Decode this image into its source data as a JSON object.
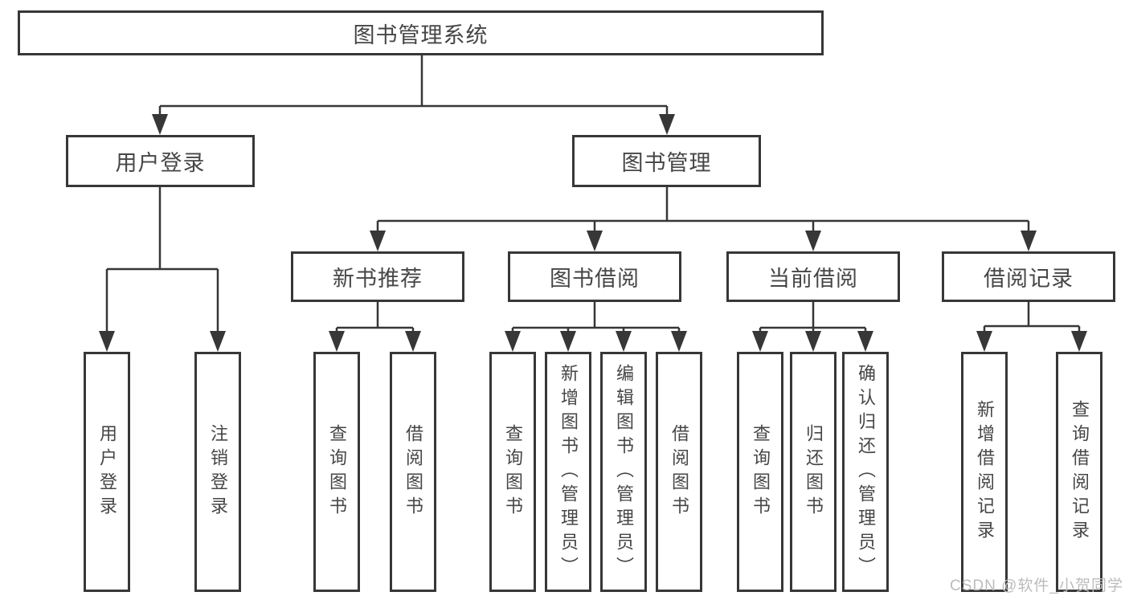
{
  "colors": {
    "line": "#373737",
    "border": "#373737",
    "text": "#464646",
    "background": "#ffffff",
    "watermark": "#bcbcbc"
  },
  "tree": {
    "root": {
      "label": "图书管理系统"
    },
    "level2": [
      {
        "label": "用户登录"
      },
      {
        "label": "图书管理"
      }
    ],
    "level3": [
      {
        "label": "新书推荐"
      },
      {
        "label": "图书借阅"
      },
      {
        "label": "当前借阅"
      },
      {
        "label": "借阅记录"
      }
    ],
    "leaves": [
      {
        "label": "用户登录"
      },
      {
        "label": "注销登录"
      },
      {
        "label": "查询图书"
      },
      {
        "label": "借阅图书"
      },
      {
        "label": "查询图书"
      },
      {
        "label": "新增图书（管理员）"
      },
      {
        "label": "编辑图书（管理员）"
      },
      {
        "label": "借阅图书"
      },
      {
        "label": "查询图书"
      },
      {
        "label": "归还图书"
      },
      {
        "label": "确认归还（管理员）"
      },
      {
        "label": "新增借阅记录"
      },
      {
        "label": "查询借阅记录"
      }
    ]
  },
  "watermark": "CSDN @软件_小贺同学"
}
